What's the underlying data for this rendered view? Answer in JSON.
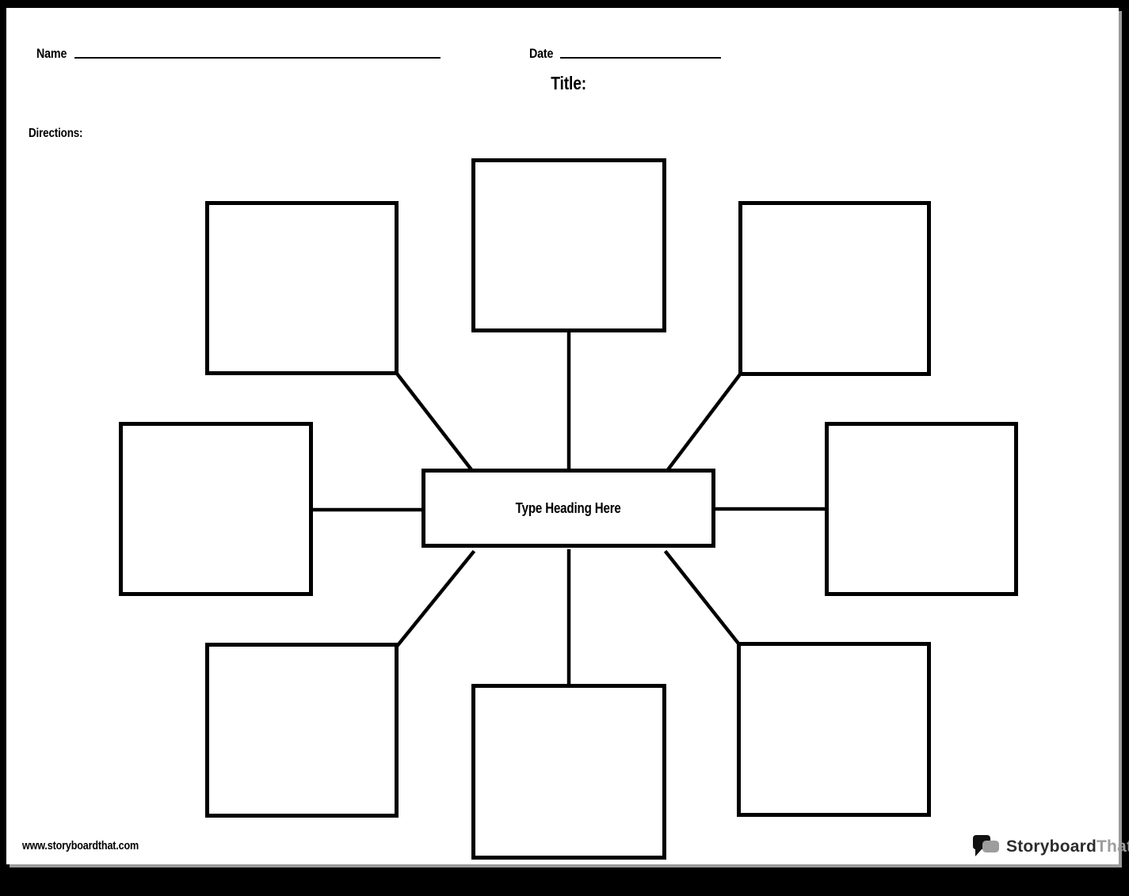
{
  "worksheet": {
    "name_label": "Name",
    "date_label": "Date",
    "title_label": "Title:",
    "directions_label": "Directions:",
    "center_heading": "Type Heading Here",
    "footer": {
      "url": "www.storyboardthat.com",
      "brand_dark": "Storyboard",
      "brand_light": "That"
    },
    "colors": {
      "ink": "#000000",
      "paper": "#ffffff",
      "frame": "#000000",
      "brand_dark": "#2d2d2d",
      "brand_light": "#9d9d9d"
    },
    "spider": {
      "branch_count": 8,
      "boxes": [
        "top-left",
        "top-center",
        "top-right",
        "mid-left",
        "mid-right",
        "bottom-left",
        "bottom-center",
        "bottom-right"
      ]
    }
  }
}
